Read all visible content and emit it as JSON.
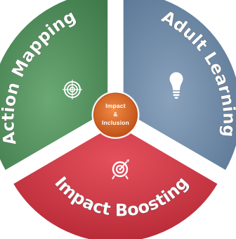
{
  "diagram": {
    "segments": [
      {
        "id": "action",
        "label": "Action Mapping",
        "icon": "target-icon",
        "color": "#4f8a5a"
      },
      {
        "id": "adult",
        "label": "Adult Learning",
        "icon": "lightbulb-icon",
        "color": "#6e8aa6"
      },
      {
        "id": "impact",
        "label": "Impact Boosting",
        "icon": "bullseye-arrow-icon",
        "color": "#d23a47"
      }
    ],
    "center": {
      "lines": [
        "Impact",
        "&",
        "Inclusion"
      ],
      "color": "#d9692d"
    }
  }
}
